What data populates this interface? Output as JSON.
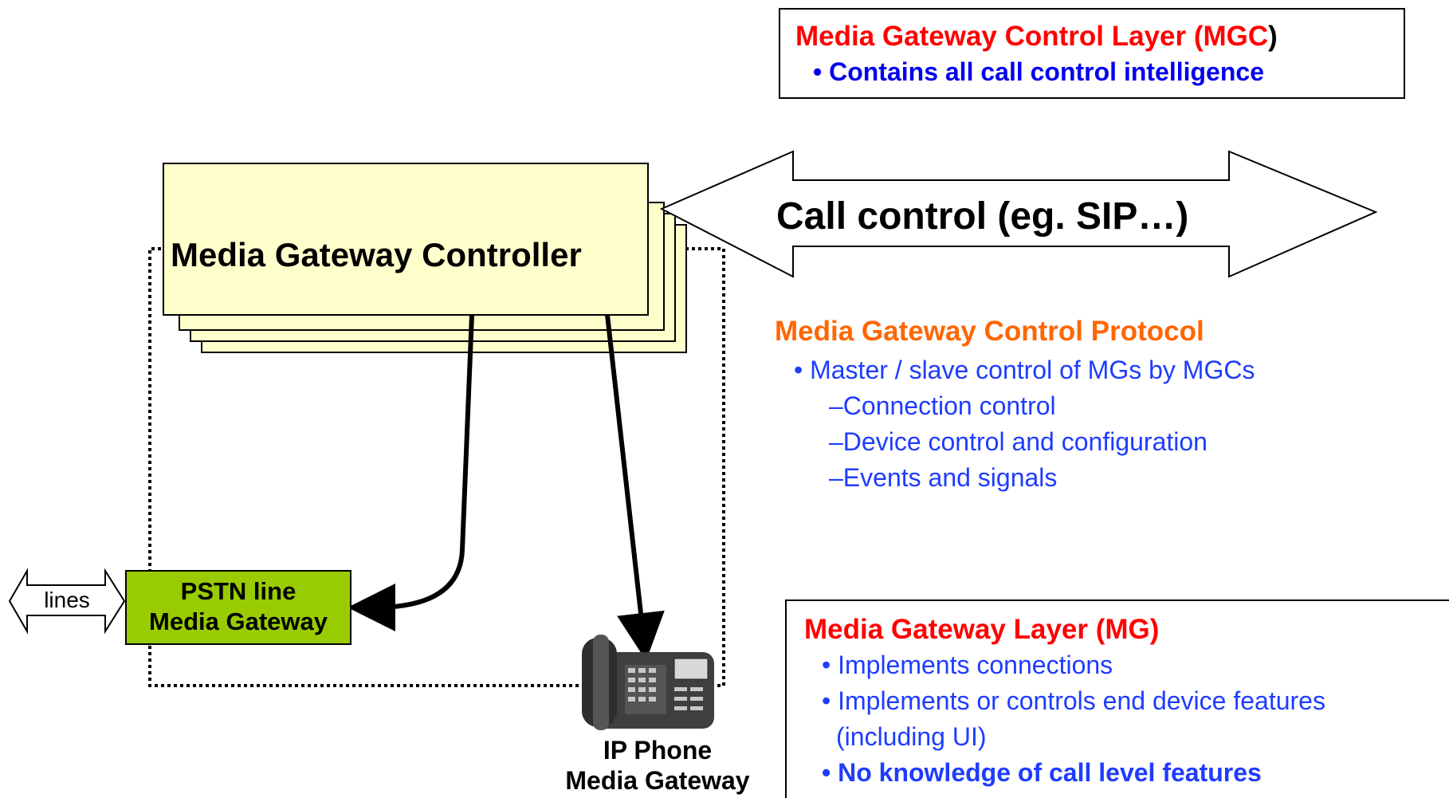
{
  "mgc_layer": {
    "title_main": "Media Gateway Control Layer (MGC",
    "title_paren": ")",
    "bullet": "• Contains all call control intelligence"
  },
  "controller": {
    "label": "Media Gateway Controller"
  },
  "call_control": {
    "label": "Call control (eg.  SIP…)"
  },
  "protocol": {
    "title": "Media Gateway Control Protocol",
    "bullet": "• Master / slave control of MGs by MGCs",
    "sub_items": [
      "–Connection control",
      "–Device control and configuration",
      "–Events and signals"
    ]
  },
  "pstn": {
    "line1": "PSTN line",
    "line2": "Media Gateway",
    "lines_label": "lines"
  },
  "ip_phone": {
    "line1": "IP Phone",
    "line2": "Media Gateway"
  },
  "mg_layer": {
    "title": "Media Gateway Layer (MG)",
    "bullets": [
      "• Implements connections",
      "• Implements or controls end device features",
      "(including UI)",
      "• No knowledge of call level features"
    ]
  },
  "colors": {
    "red": "#ff0000",
    "orange": "#ff6600",
    "blue": "#1e3cff",
    "dark_blue": "#0000ee",
    "controller_fill": "#ffffcc",
    "pstn_fill": "#99cc00"
  }
}
